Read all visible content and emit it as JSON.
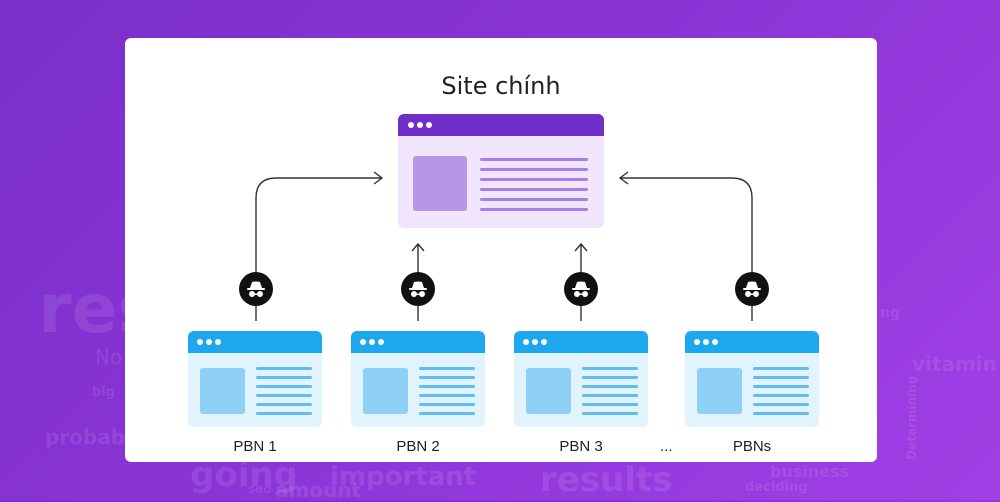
{
  "diagram": {
    "main_site_title": "Site chính",
    "pbn_labels": [
      "PBN 1",
      "PBN 2",
      "PBN 3",
      "PBNs"
    ],
    "ellipsis": "...",
    "icons": {
      "window_controls": "three-dots-icon",
      "link_node": "incognito-spy-icon",
      "arrow": "arrow-icon"
    }
  },
  "background_words": [
    "res",
    "No",
    "big",
    "probab",
    "going",
    "important",
    "amount",
    "results",
    "business",
    "vitamin",
    "Determining",
    "ng",
    "seo",
    "deciding"
  ],
  "colors": {
    "background": "#8a34d6",
    "main_window_bar": "#6f2fc8",
    "main_window_body": "#f0e5fd",
    "pbn_window_bar": "#1da7ef",
    "pbn_window_body": "#e1f3fd",
    "node_icon": "#111111",
    "connector": "#333333"
  }
}
